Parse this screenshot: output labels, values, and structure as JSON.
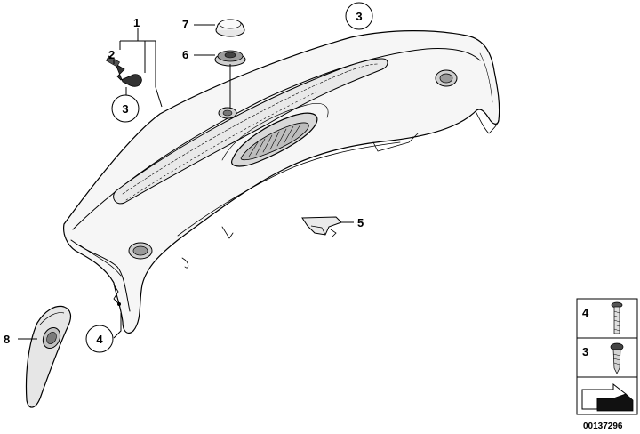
{
  "callouts": {
    "part_1": "1",
    "part_2": "2",
    "part_3_ref": "3",
    "part_3_main": "3",
    "part_4_ref": "4",
    "part_5": "5",
    "part_6": "6",
    "part_7": "7",
    "part_8": "8"
  },
  "legend": {
    "items": [
      {
        "label": "4",
        "icon": "screw-icon"
      },
      {
        "label": "3",
        "icon": "screw-icon"
      }
    ],
    "arrow_icon": "arrow-icon"
  },
  "diagram_id": "00137296"
}
